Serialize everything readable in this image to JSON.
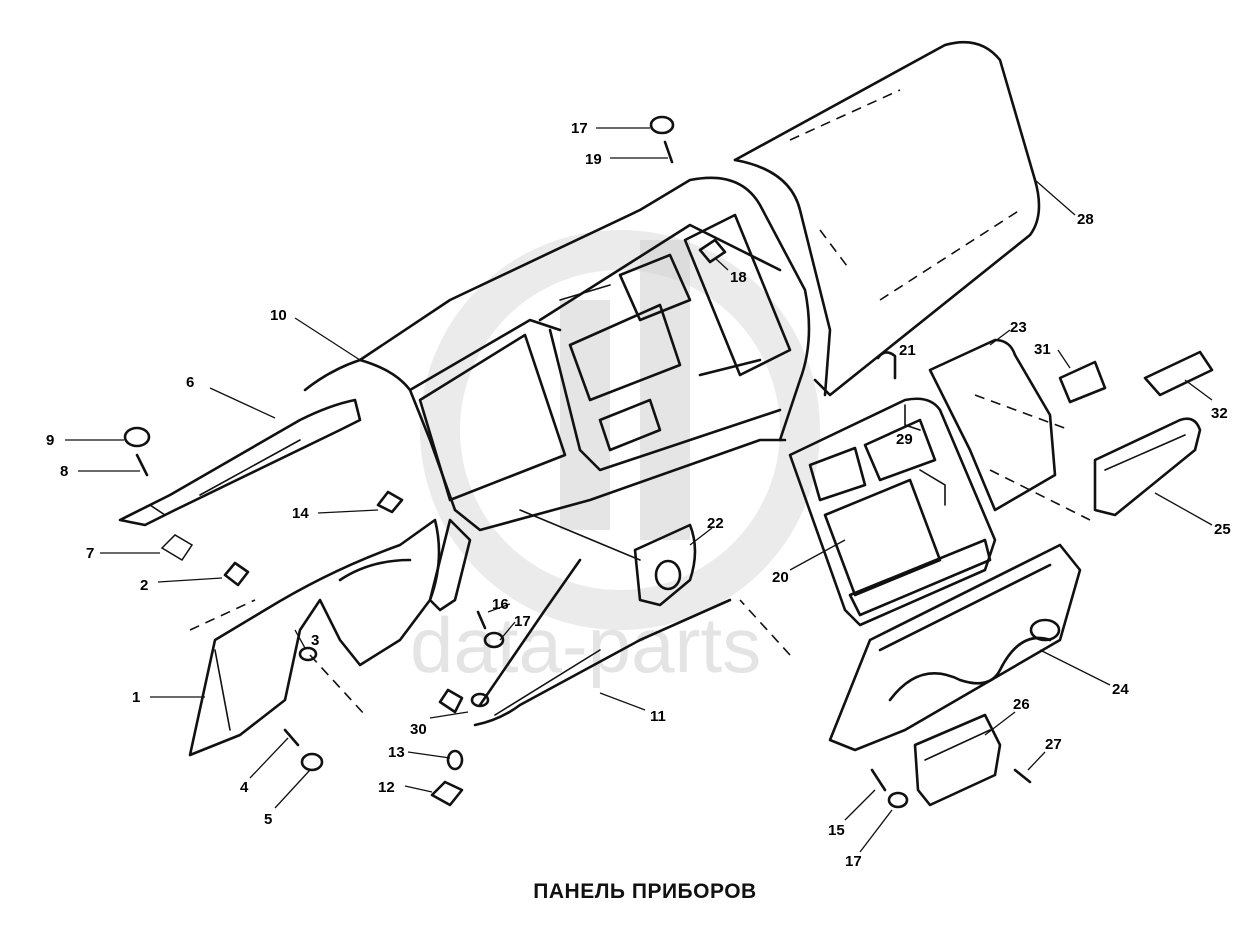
{
  "caption": "ПАНЕЛЬ ПРИБОРОВ",
  "watermark_text": "data-parts",
  "callouts": {
    "c1": "1",
    "c2": "2",
    "c3": "3",
    "c4": "4",
    "c5": "5",
    "c6": "6",
    "c7": "7",
    "c8": "8",
    "c9": "9",
    "c10": "10",
    "c11": "11",
    "c12": "12",
    "c13": "13",
    "c14": "14",
    "c15": "15",
    "c16": "16",
    "c17a": "17",
    "c17b": "17",
    "c17c": "17",
    "c18": "18",
    "c19": "19",
    "c20": "20",
    "c21": "21",
    "c22": "22",
    "c23": "23",
    "c24": "24",
    "c25": "25",
    "c26": "26",
    "c27": "27",
    "c28": "28",
    "c29": "29",
    "c30": "30",
    "c31": "31",
    "c32": "32"
  }
}
